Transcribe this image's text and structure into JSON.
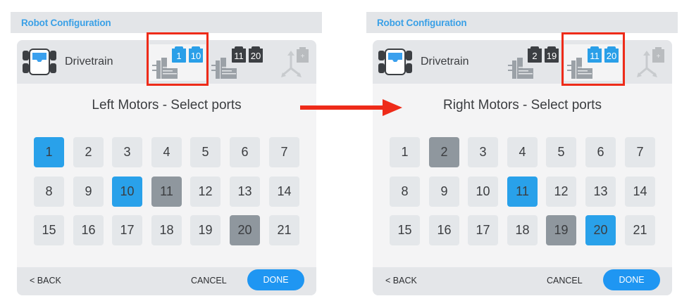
{
  "colors": {
    "accent": "#2a9fe8",
    "selected_port": "#29a1ea",
    "taken_port": "#8f979e",
    "free_port": "#e4e7ea",
    "highlight_box": "#ee2b19",
    "done_button": "#1f96f2",
    "header_text": "#3aa0e6"
  },
  "arrow": {
    "icon": "arrow-right-icon"
  },
  "panels": [
    {
      "header_title": "Robot Configuration",
      "device_label": "Drivetrain",
      "left_motor_ports": [
        "1",
        "10"
      ],
      "right_motor_ports": [
        "11",
        "20"
      ],
      "active_group": "left",
      "title": "Left Motors - Select ports",
      "ports": [
        "1",
        "2",
        "3",
        "4",
        "5",
        "6",
        "7",
        "8",
        "9",
        "10",
        "11",
        "12",
        "13",
        "14",
        "15",
        "16",
        "17",
        "18",
        "19",
        "20",
        "21"
      ],
      "selected_ports": [
        1,
        10
      ],
      "taken_ports": [
        11,
        20
      ],
      "footer": {
        "back": "< BACK",
        "cancel": "CANCEL",
        "done": "DONE"
      }
    },
    {
      "header_title": "Robot Configuration",
      "device_label": "Drivetrain",
      "left_motor_ports": [
        "2",
        "19"
      ],
      "right_motor_ports": [
        "11",
        "20"
      ],
      "active_group": "right",
      "title": "Right Motors - Select ports",
      "ports": [
        "1",
        "2",
        "3",
        "4",
        "5",
        "6",
        "7",
        "8",
        "9",
        "10",
        "11",
        "12",
        "13",
        "14",
        "15",
        "16",
        "17",
        "18",
        "19",
        "20",
        "21"
      ],
      "selected_ports": [
        11,
        20
      ],
      "taken_ports": [
        2,
        19
      ],
      "footer": {
        "back": "< BACK",
        "cancel": "CANCEL",
        "done": "DONE"
      }
    }
  ]
}
